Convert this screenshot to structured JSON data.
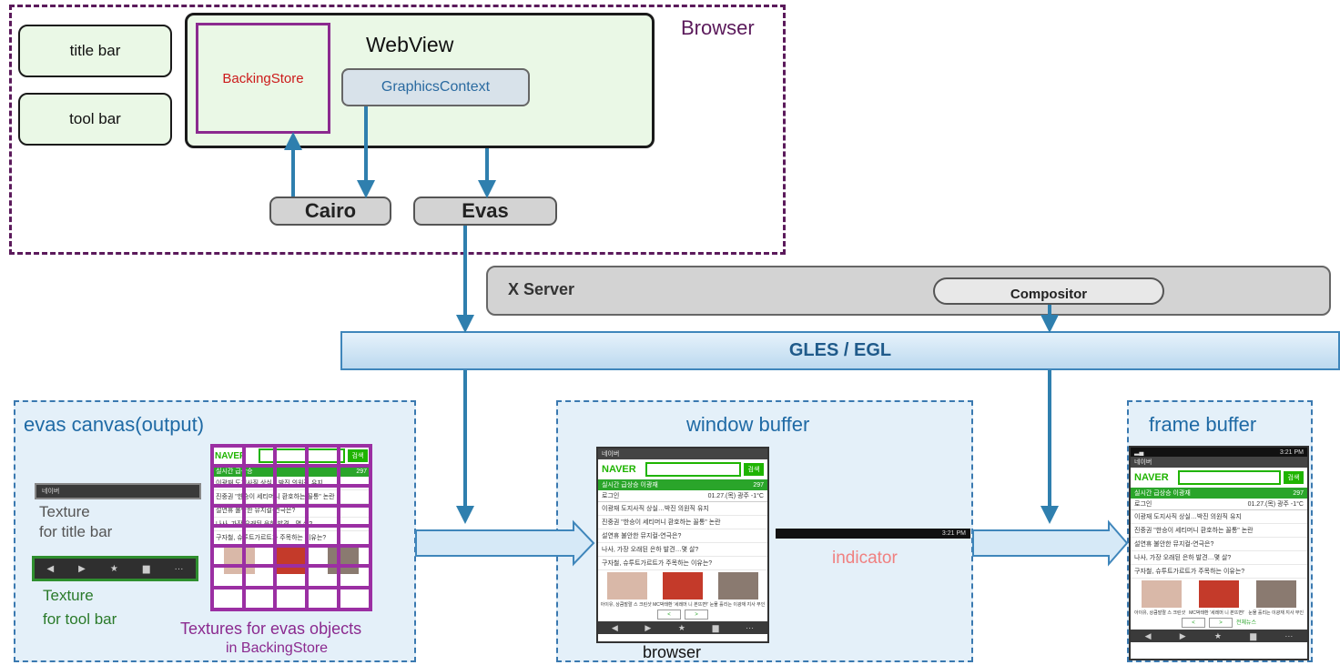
{
  "browser": {
    "label": "Browser",
    "title_bar": "title bar",
    "tool_bar": "tool bar",
    "webview": "WebView",
    "backing_store": "BackingStore",
    "graphics_context": "GraphicsContext",
    "cairo": "Cairo",
    "evas": "Evas"
  },
  "xserver": {
    "label": "X Server",
    "compositor": "Compositor"
  },
  "gles": {
    "label": "GLES / EGL"
  },
  "evas_canvas": {
    "title": "evas canvas(output)",
    "title_bar_strip": "네이버",
    "texture_title_line1": "Texture",
    "texture_title_line2": "for title bar",
    "texture_tool_line1": "Texture",
    "texture_tool_line2": "for tool bar",
    "textures_line1": "Textures for evas objects",
    "textures_line2": "in BackingStore",
    "toolbar_icons": [
      "◀",
      "▶",
      "★",
      "▆",
      "···"
    ]
  },
  "window_buffer": {
    "title": "window buffer",
    "browser_label": "browser",
    "indicator": "indicator",
    "indicator_time": "3:21 PM"
  },
  "frame_buffer": {
    "title": "frame buffer"
  },
  "phone": {
    "status_time": "3:21 PM",
    "app_title": "네이버",
    "logo": "NAVER",
    "search_btn": "검색",
    "trend_label": "실시간 급상승",
    "trend_item": "이광재",
    "trend_rank": "297",
    "login": "로그인",
    "date": "01.27.(목) 광주 -1°C",
    "lines": [
      "이광재 도지사직 상실…박진 의원직 유지",
      "진중권 \"한승이 세티머니 환호하는 꼴통\" 논란",
      "설연휴 불안한 뮤지컬-연극은?",
      "나사, 가장 오래된 은하 발견…몇 살?",
      "구자철, 슈투트가르트가 주목하는 이유는?"
    ],
    "captions": [
      "아이유, 상큼발랄 스 크린샷",
      "MC박태환 '세레머 니 본뜨면!'",
      "눈물 흘리는 이광재 지사 부인"
    ],
    "pager_prev": "<",
    "pager_next": ">",
    "more": "전체뉴스",
    "nav_icons": [
      "◀",
      "▶",
      "★",
      "▆",
      "···"
    ]
  },
  "colors": {
    "browser_border": "#5b1a5b",
    "backing_store_border": "#8b2a8f",
    "arrow": "#2f7fae",
    "region_fill": "#e4f0f9",
    "gles_fill": "#cfe5f4",
    "naver_green": "#1fb400"
  }
}
